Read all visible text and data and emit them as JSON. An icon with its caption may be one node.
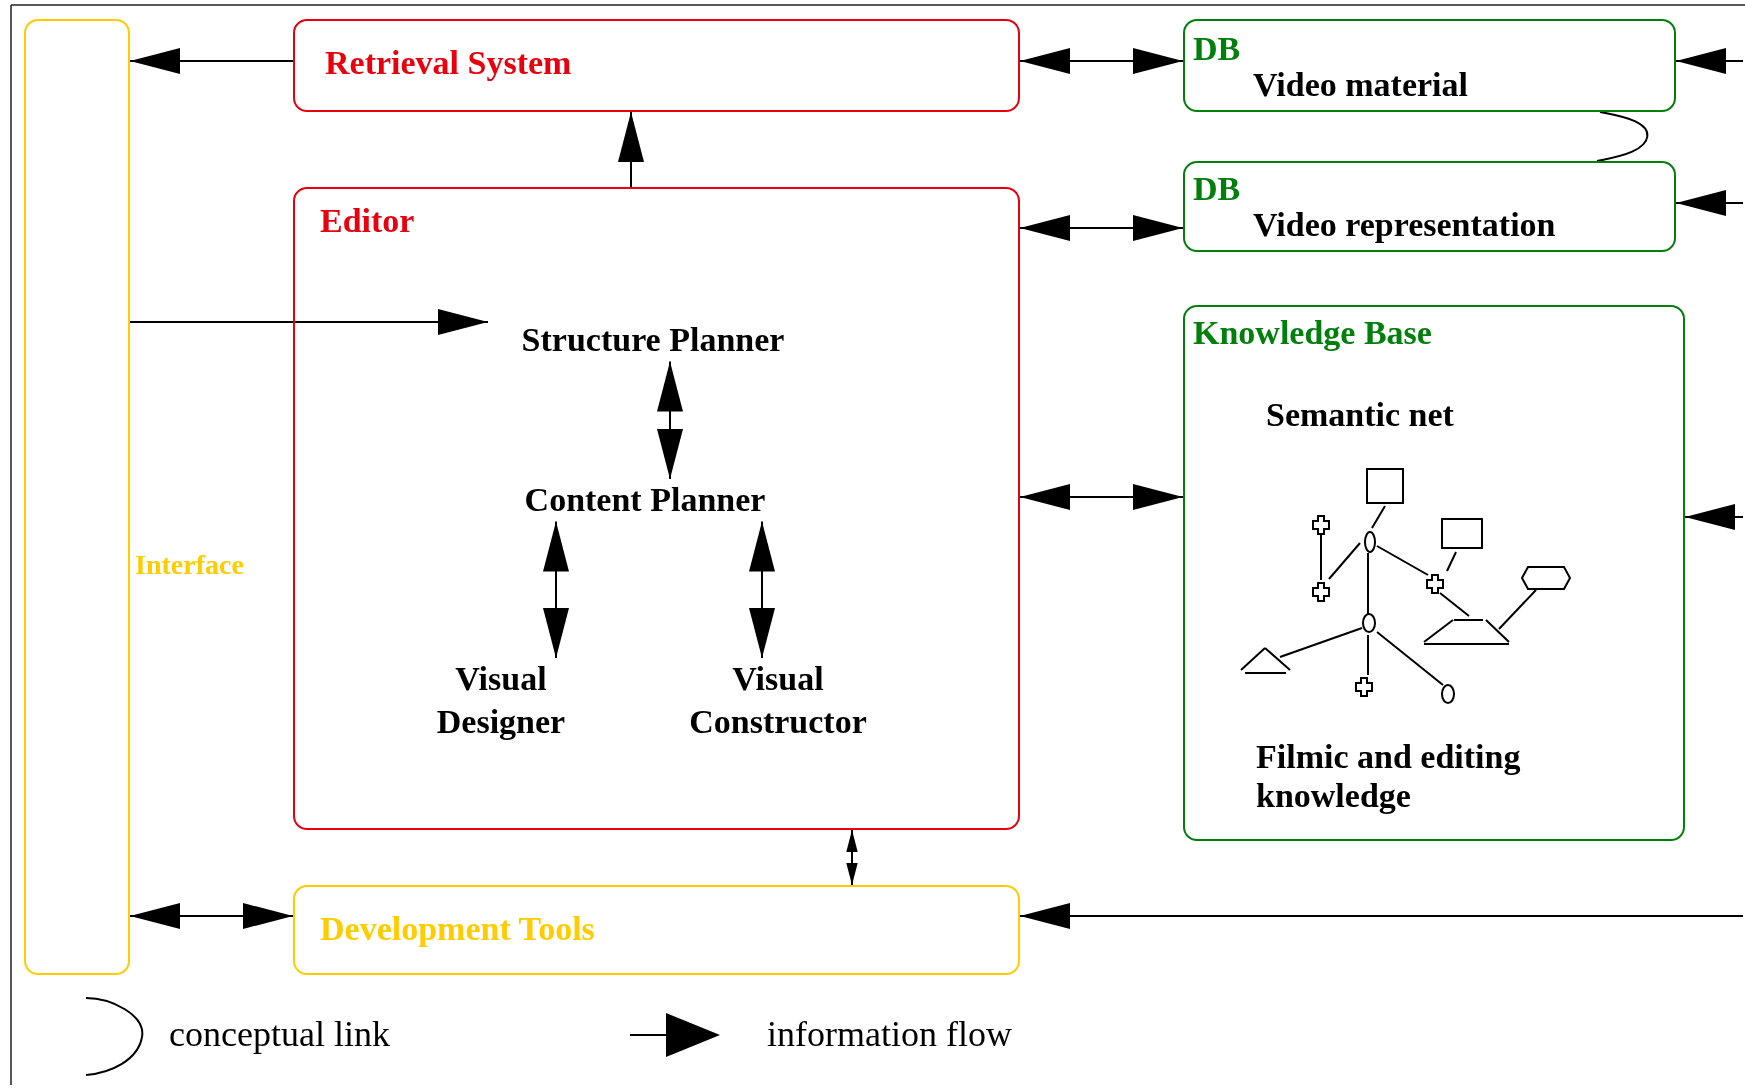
{
  "diagram": {
    "nodes": [
      {
        "text": [
          "Interface"
        ]
      },
      {
        "text": [
          "Retrieval System"
        ]
      },
      {
        "text": [
          "Editor"
        ]
      },
      {
        "text": [
          "Structure Planner"
        ],
        "in": 2
      },
      {
        "text": [
          "Content Planner"
        ],
        "in": 2
      },
      {
        "text": [
          "Visual Designer"
        ],
        "in": 2
      },
      {
        "text": [
          "Visual Constructor"
        ],
        "in": 2
      },
      {
        "text": [
          "Development Tools"
        ]
      },
      {
        "text": [
          "DB",
          "Video material"
        ]
      },
      {
        "text": [
          "DB",
          "Video representation"
        ]
      },
      {
        "text": [
          "Knowledge Base",
          "Semantic net",
          "Filmic and editing knowledge"
        ]
      }
    ],
    "edges": [
      {
        "from": 1,
        "to": 0,
        "arrow": "to"
      },
      {
        "from": 2,
        "to": 1,
        "arrow": "to"
      },
      {
        "from": 1,
        "to": 8,
        "arrow": "both"
      },
      {
        "from": 2,
        "to": 9,
        "arrow": "both"
      },
      {
        "from": 2,
        "to": 10,
        "arrow": "both"
      },
      {
        "from": 0,
        "to": 3,
        "arrow": "to"
      },
      {
        "from": 3,
        "to": 4,
        "arrow": "both"
      },
      {
        "from": 4,
        "to": 5,
        "arrow": "both"
      },
      {
        "from": 4,
        "to": 6,
        "arrow": "both"
      },
      {
        "from": 2,
        "to": 7,
        "arrow": "both"
      },
      {
        "from": 0,
        "to": 7,
        "arrow": "both"
      },
      {
        "from": null,
        "to": 7,
        "arrow": "to"
      },
      {
        "from": null,
        "to": 8,
        "arrow": "to"
      },
      {
        "from": null,
        "to": 9,
        "arrow": "to"
      },
      {
        "from": null,
        "to": 10,
        "arrow": "to"
      },
      {
        "from": 8,
        "to": 9,
        "arrow": "none"
      }
    ],
    "legend": [
      {
        "text": "conceptual link"
      },
      {
        "text": "information flow"
      }
    ]
  }
}
